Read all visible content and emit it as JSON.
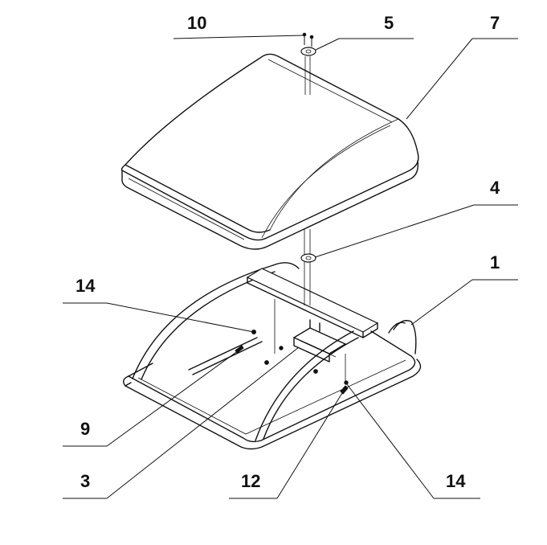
{
  "labels": {
    "l10": "10",
    "l5": "5",
    "l7": "7",
    "l4": "4",
    "l1": "1",
    "l14a": "14",
    "l9": "9",
    "l3": "3",
    "l12": "12",
    "l14b": "14"
  }
}
